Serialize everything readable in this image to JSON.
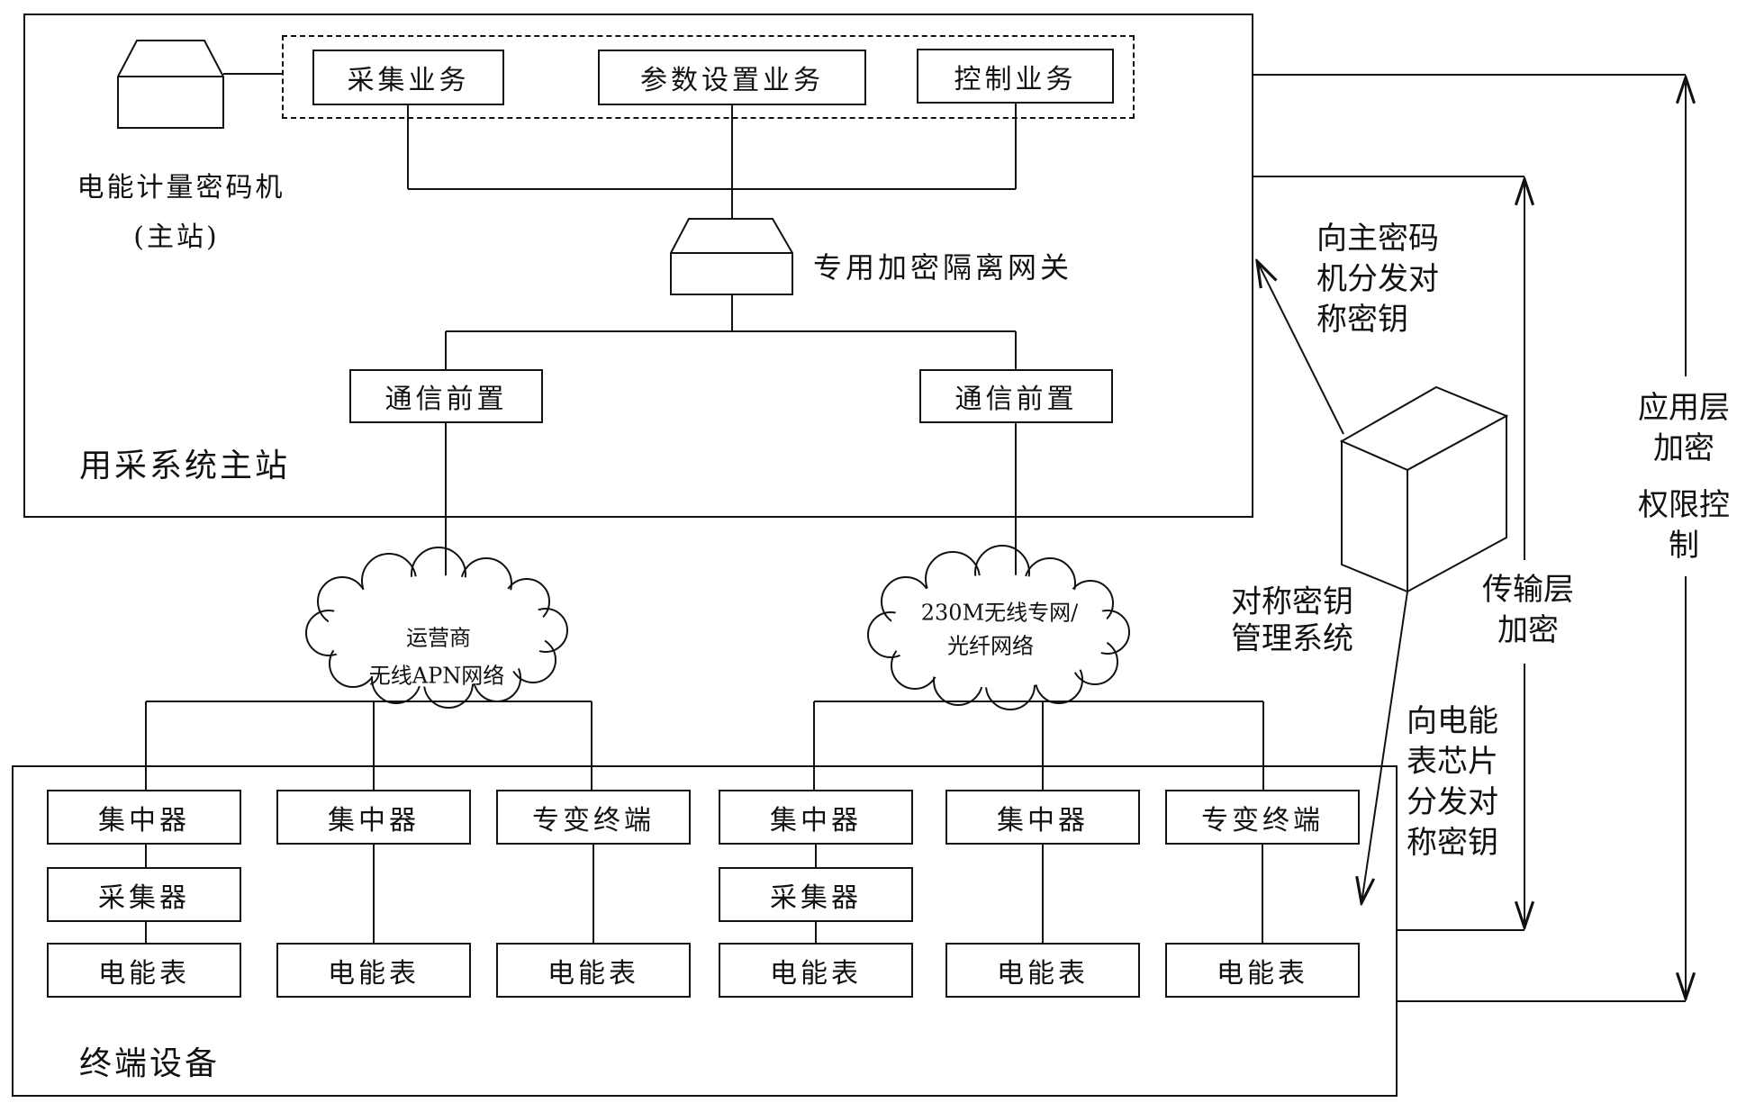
{
  "main_station": {
    "label": "用采系统主站",
    "crypto_machine": {
      "line1": "电能计量密码机",
      "line2": "(主站)"
    },
    "services": [
      {
        "label": "采集业务"
      },
      {
        "label": "参数设置业务"
      },
      {
        "label": "控制业务"
      }
    ],
    "gateway_label": "专用加密隔离网关",
    "comm_fronts": [
      {
        "label": "通信前置"
      },
      {
        "label": "通信前置"
      }
    ]
  },
  "networks": [
    {
      "line1": "运营商",
      "line2": "无线APN网络"
    },
    {
      "line1": "230M无线专网/",
      "line2": "光纤网络"
    }
  ],
  "terminal": {
    "label": "终端设备",
    "row1": [
      {
        "label": "集中器"
      },
      {
        "label": "集中器"
      },
      {
        "label": "专变终端"
      },
      {
        "label": "集中器"
      },
      {
        "label": "集中器"
      },
      {
        "label": "专变终端"
      }
    ],
    "row2": [
      {
        "label": "采集器"
      },
      {
        "label": "采集器"
      }
    ],
    "row3": [
      {
        "label": "电能表"
      },
      {
        "label": "电能表"
      },
      {
        "label": "电能表"
      },
      {
        "label": "电能表"
      },
      {
        "label": "电能表"
      },
      {
        "label": "电能表"
      }
    ]
  },
  "key_management": {
    "line1": "对称密钥",
    "line2": "管理系统"
  },
  "annotations": {
    "to_master_machine": [
      "向主密码",
      "机分发对",
      "称密钥"
    ],
    "to_meter_chip": [
      "向电能",
      "表芯片",
      "分发对",
      "称密钥"
    ],
    "transport_layer": [
      "传输层",
      "加密"
    ],
    "app_layer": [
      "应用层",
      "加密"
    ],
    "permission": [
      "权限控",
      "制"
    ]
  },
  "colors": {
    "line": "#111111",
    "background": "#ffffff"
  }
}
